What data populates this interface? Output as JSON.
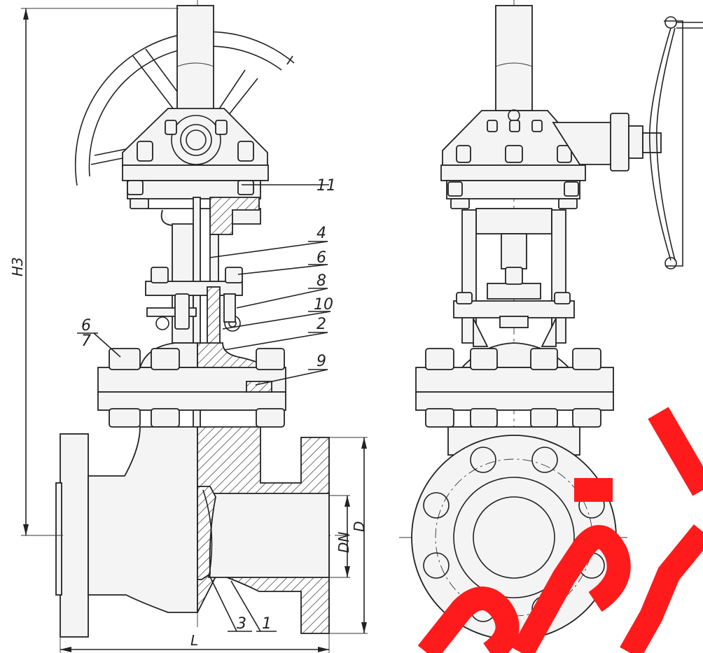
{
  "dimensions": {
    "height_label": "H3",
    "length_label": "L",
    "nominal_diameter_label": "DN",
    "outer_diameter_label": "D"
  },
  "callouts": [
    "11",
    "4",
    "6",
    "8",
    "10",
    "2",
    "9",
    "6",
    "7",
    "3",
    "1"
  ],
  "watermark_color": "#ff1b1b"
}
